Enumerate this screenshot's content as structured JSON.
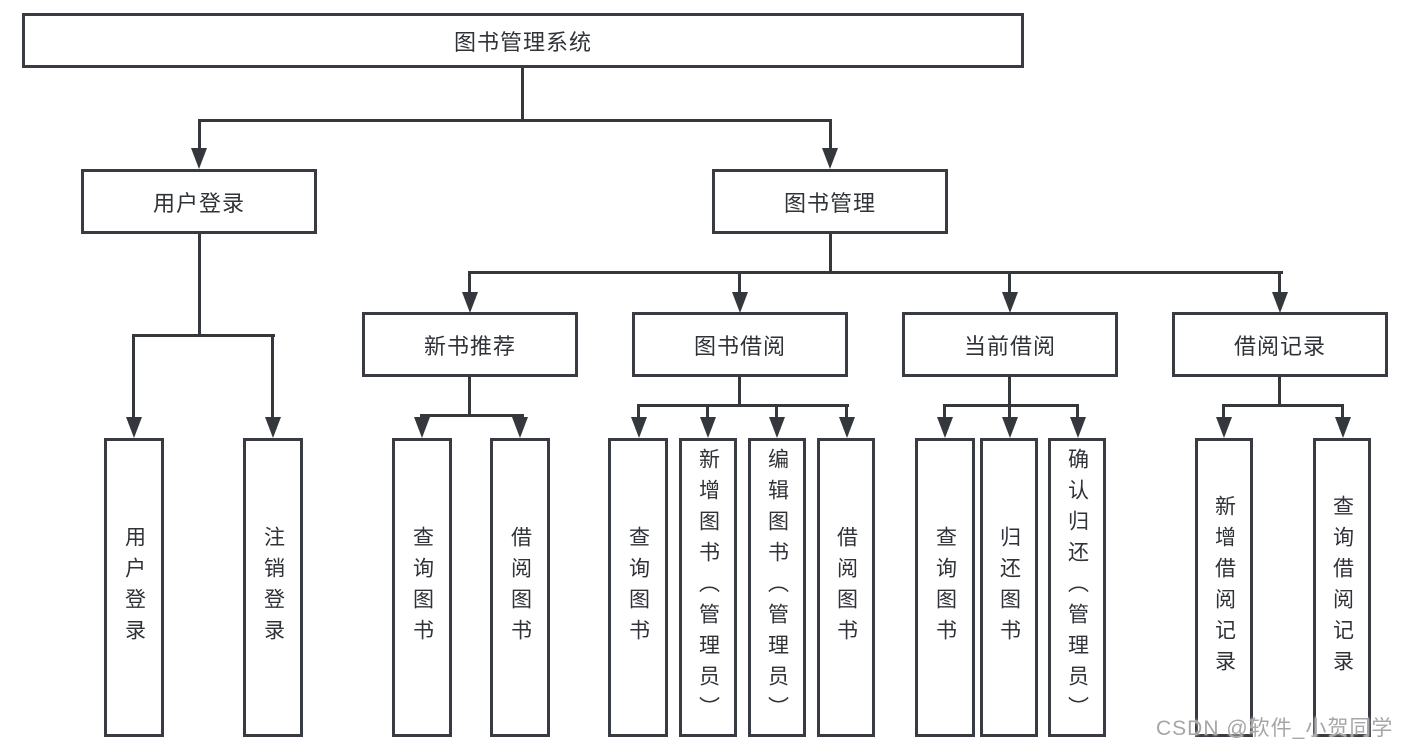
{
  "watermark": {
    "text": "CSDN @软件_小贺同学"
  },
  "colors": {
    "line": "#34383d",
    "border": "#383c42",
    "text": "#2f3237",
    "watermark": "#a6a6a6",
    "background": "#ffffff"
  },
  "tree": {
    "root": {
      "label": "图书管理系统"
    },
    "children": [
      {
        "label": "用户登录",
        "children": [
          {
            "label": "用户登录"
          },
          {
            "label": "注销登录"
          }
        ]
      },
      {
        "label": "图书管理",
        "children": [
          {
            "label": "新书推荐",
            "children": [
              {
                "label": "查询图书"
              },
              {
                "label": "借阅图书"
              }
            ]
          },
          {
            "label": "图书借阅",
            "children": [
              {
                "label": "查询图书"
              },
              {
                "label": "新增图书（管理员）"
              },
              {
                "label": "编辑图书（管理员）"
              },
              {
                "label": "借阅图书"
              }
            ]
          },
          {
            "label": "当前借阅",
            "children": [
              {
                "label": "查询图书"
              },
              {
                "label": "归还图书"
              },
              {
                "label": "确认归还（管理员）"
              }
            ]
          },
          {
            "label": "借阅记录",
            "children": [
              {
                "label": "新增借阅记录"
              },
              {
                "label": "查询借阅记录"
              }
            ]
          }
        ]
      }
    ]
  }
}
